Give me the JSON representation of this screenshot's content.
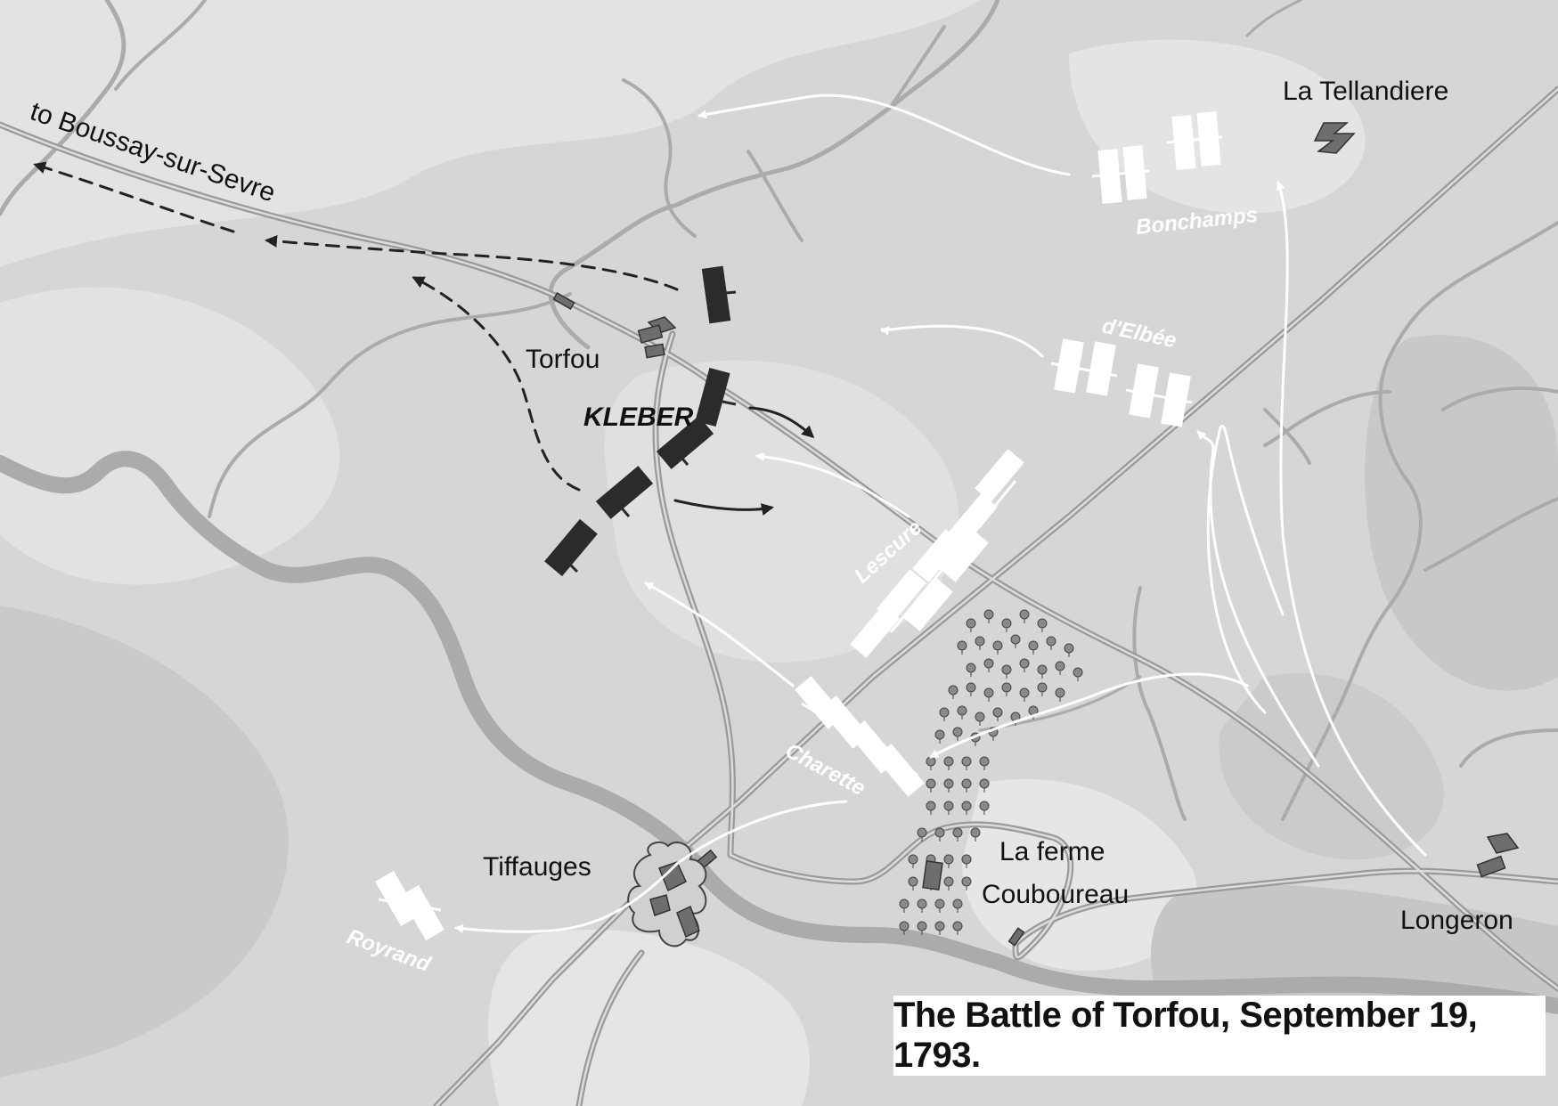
{
  "title": "The Battle of Torfou, September 19, 1793.",
  "places": {
    "boussay": "to Boussay-sur-Sevre",
    "torfou": "Torfou",
    "tellandiere": "La Tellandiere",
    "tiffauges": "Tiffauges",
    "ferme": "La ferme",
    "coubouteau": "Couboureau",
    "longeron": "Longeron"
  },
  "units": {
    "kleber": "KLEBER",
    "bonchamps": "Bonchamps",
    "delbee": "d'Elbée",
    "lescure": "Lescure",
    "charette": "Charette",
    "royrand": "Royrand"
  },
  "colors": {
    "background": "#d6d6d6",
    "high_ground": "#e6e6e6",
    "low_ground": "#c4c4c4",
    "river": "#ababab",
    "road": "#9a9a9a",
    "republican": "#2b2b2b",
    "vendean": "#ffffff"
  }
}
